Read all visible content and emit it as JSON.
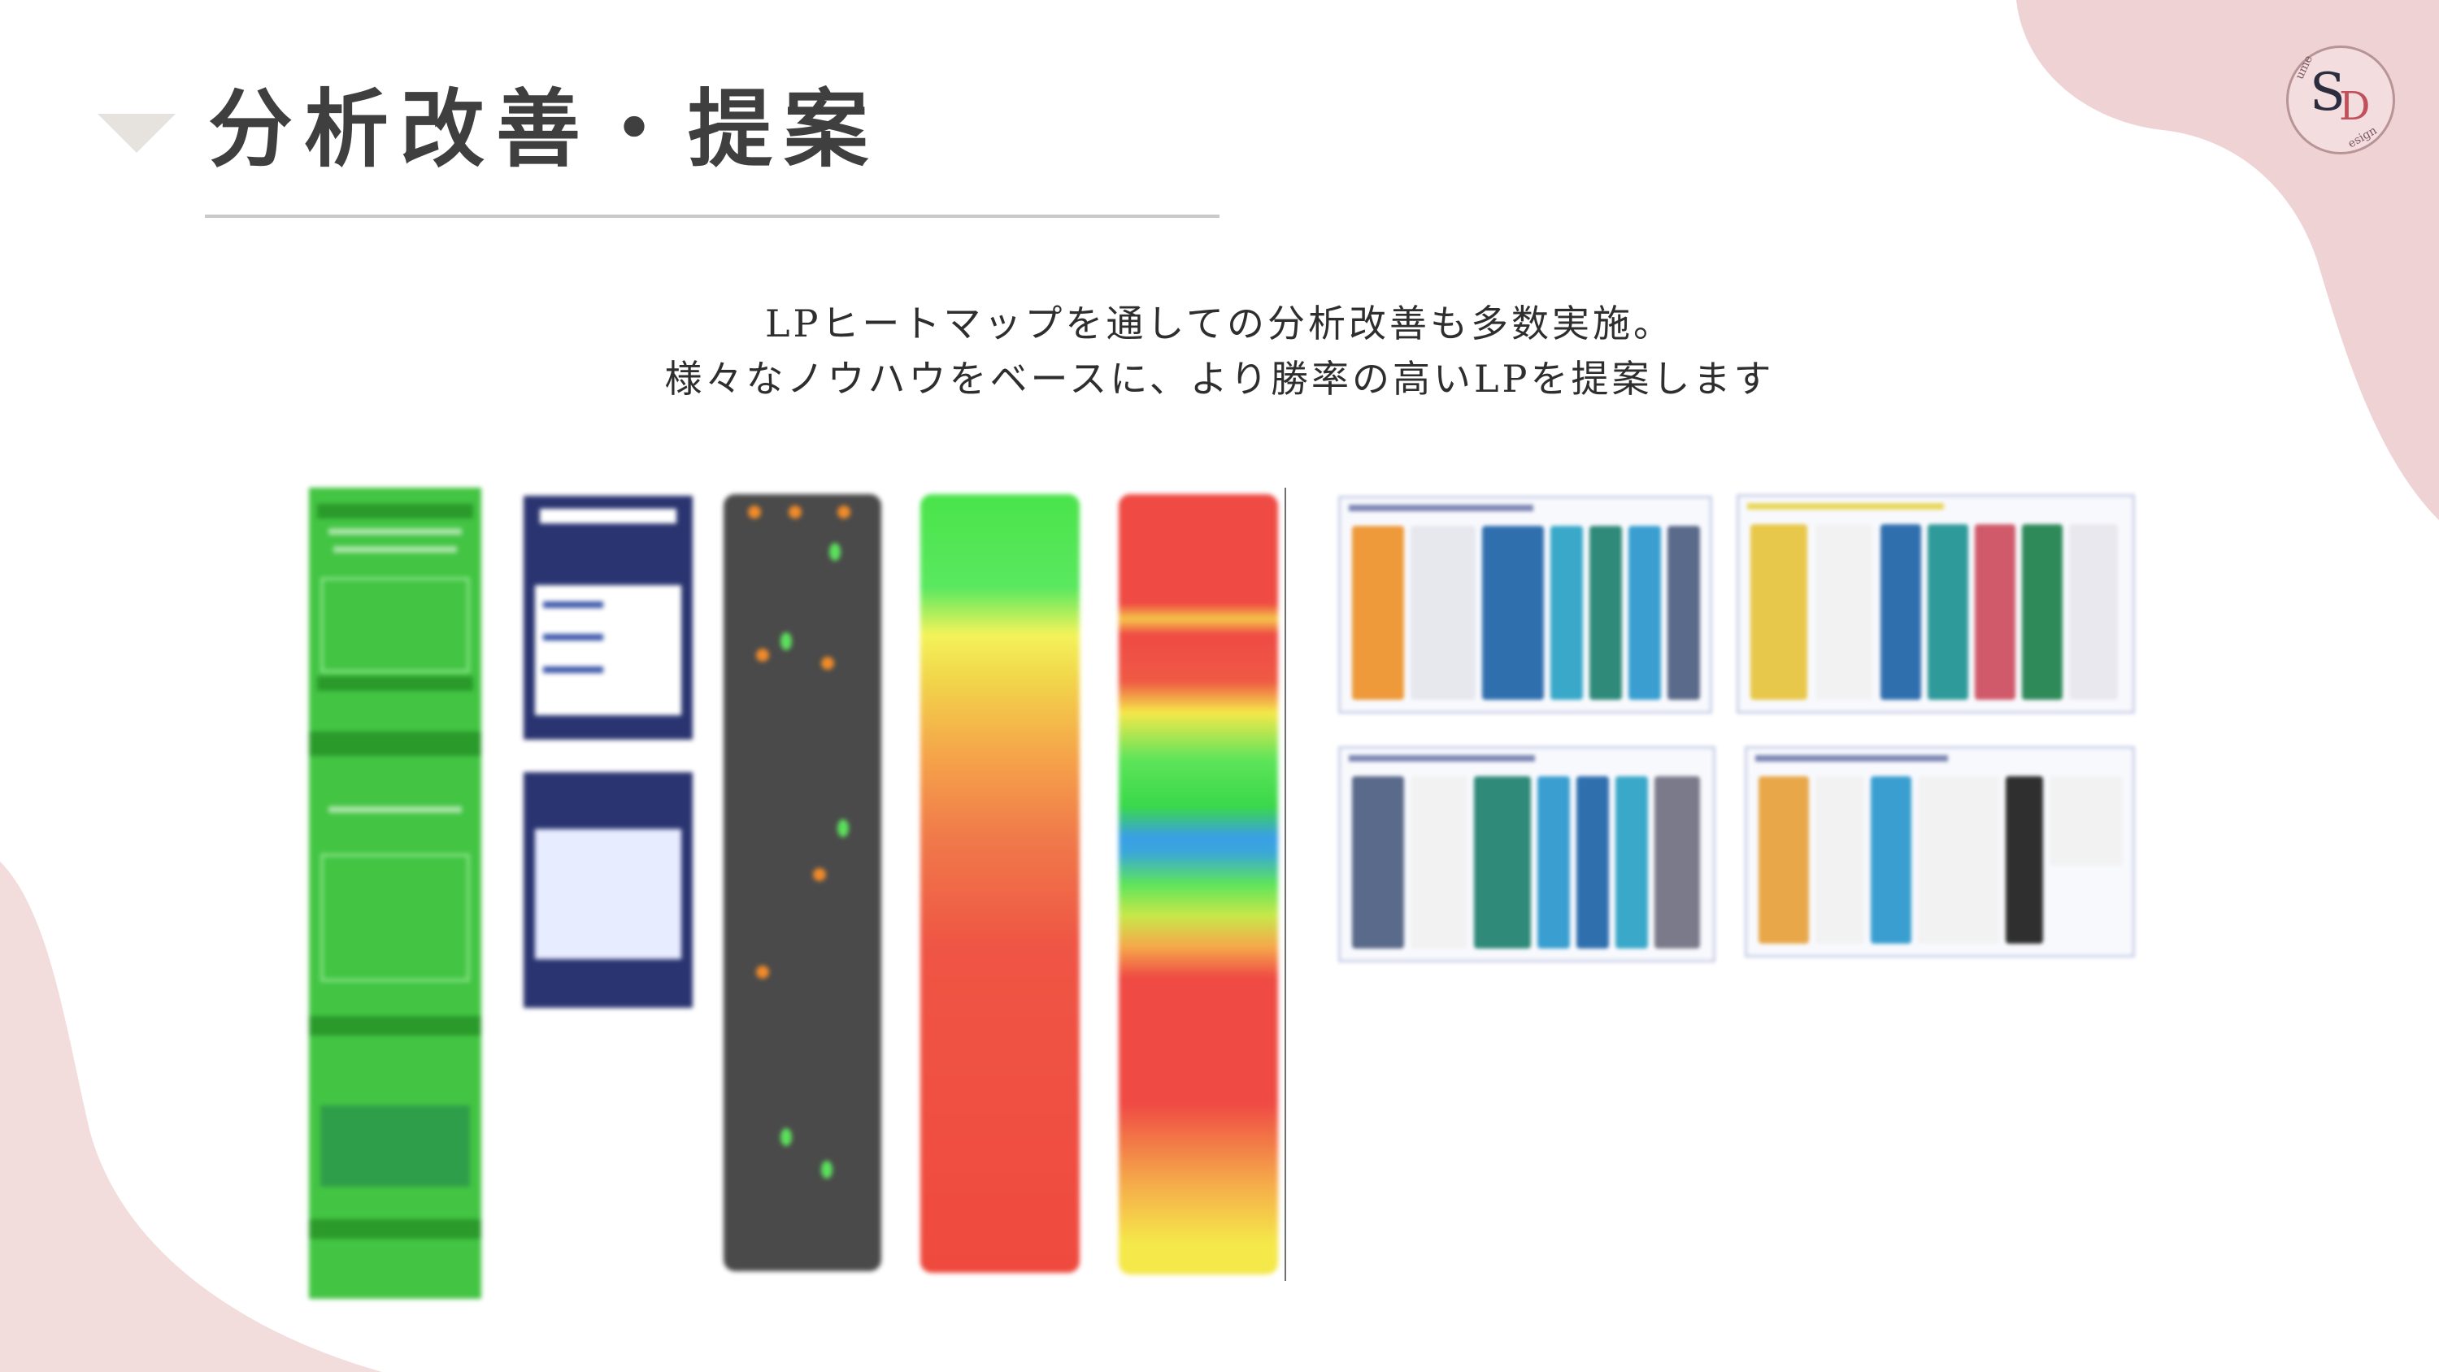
{
  "title": "分析改善・提案",
  "intro": {
    "line1": "LPヒートマップを通しての分析改善も多数実施。",
    "line2": "様々なノウハウをベースに、より勝率の高いLPを提案します"
  },
  "logo": {
    "initial_s": "S",
    "initial_d": "D",
    "arc_top": "ume",
    "arc_bottom": "esign"
  },
  "colors": {
    "accent_pink": "#efd2d4",
    "title_text": "#3f3f3f",
    "title_marker": "#e6e2dd",
    "rule": "#c9c9c9"
  }
}
